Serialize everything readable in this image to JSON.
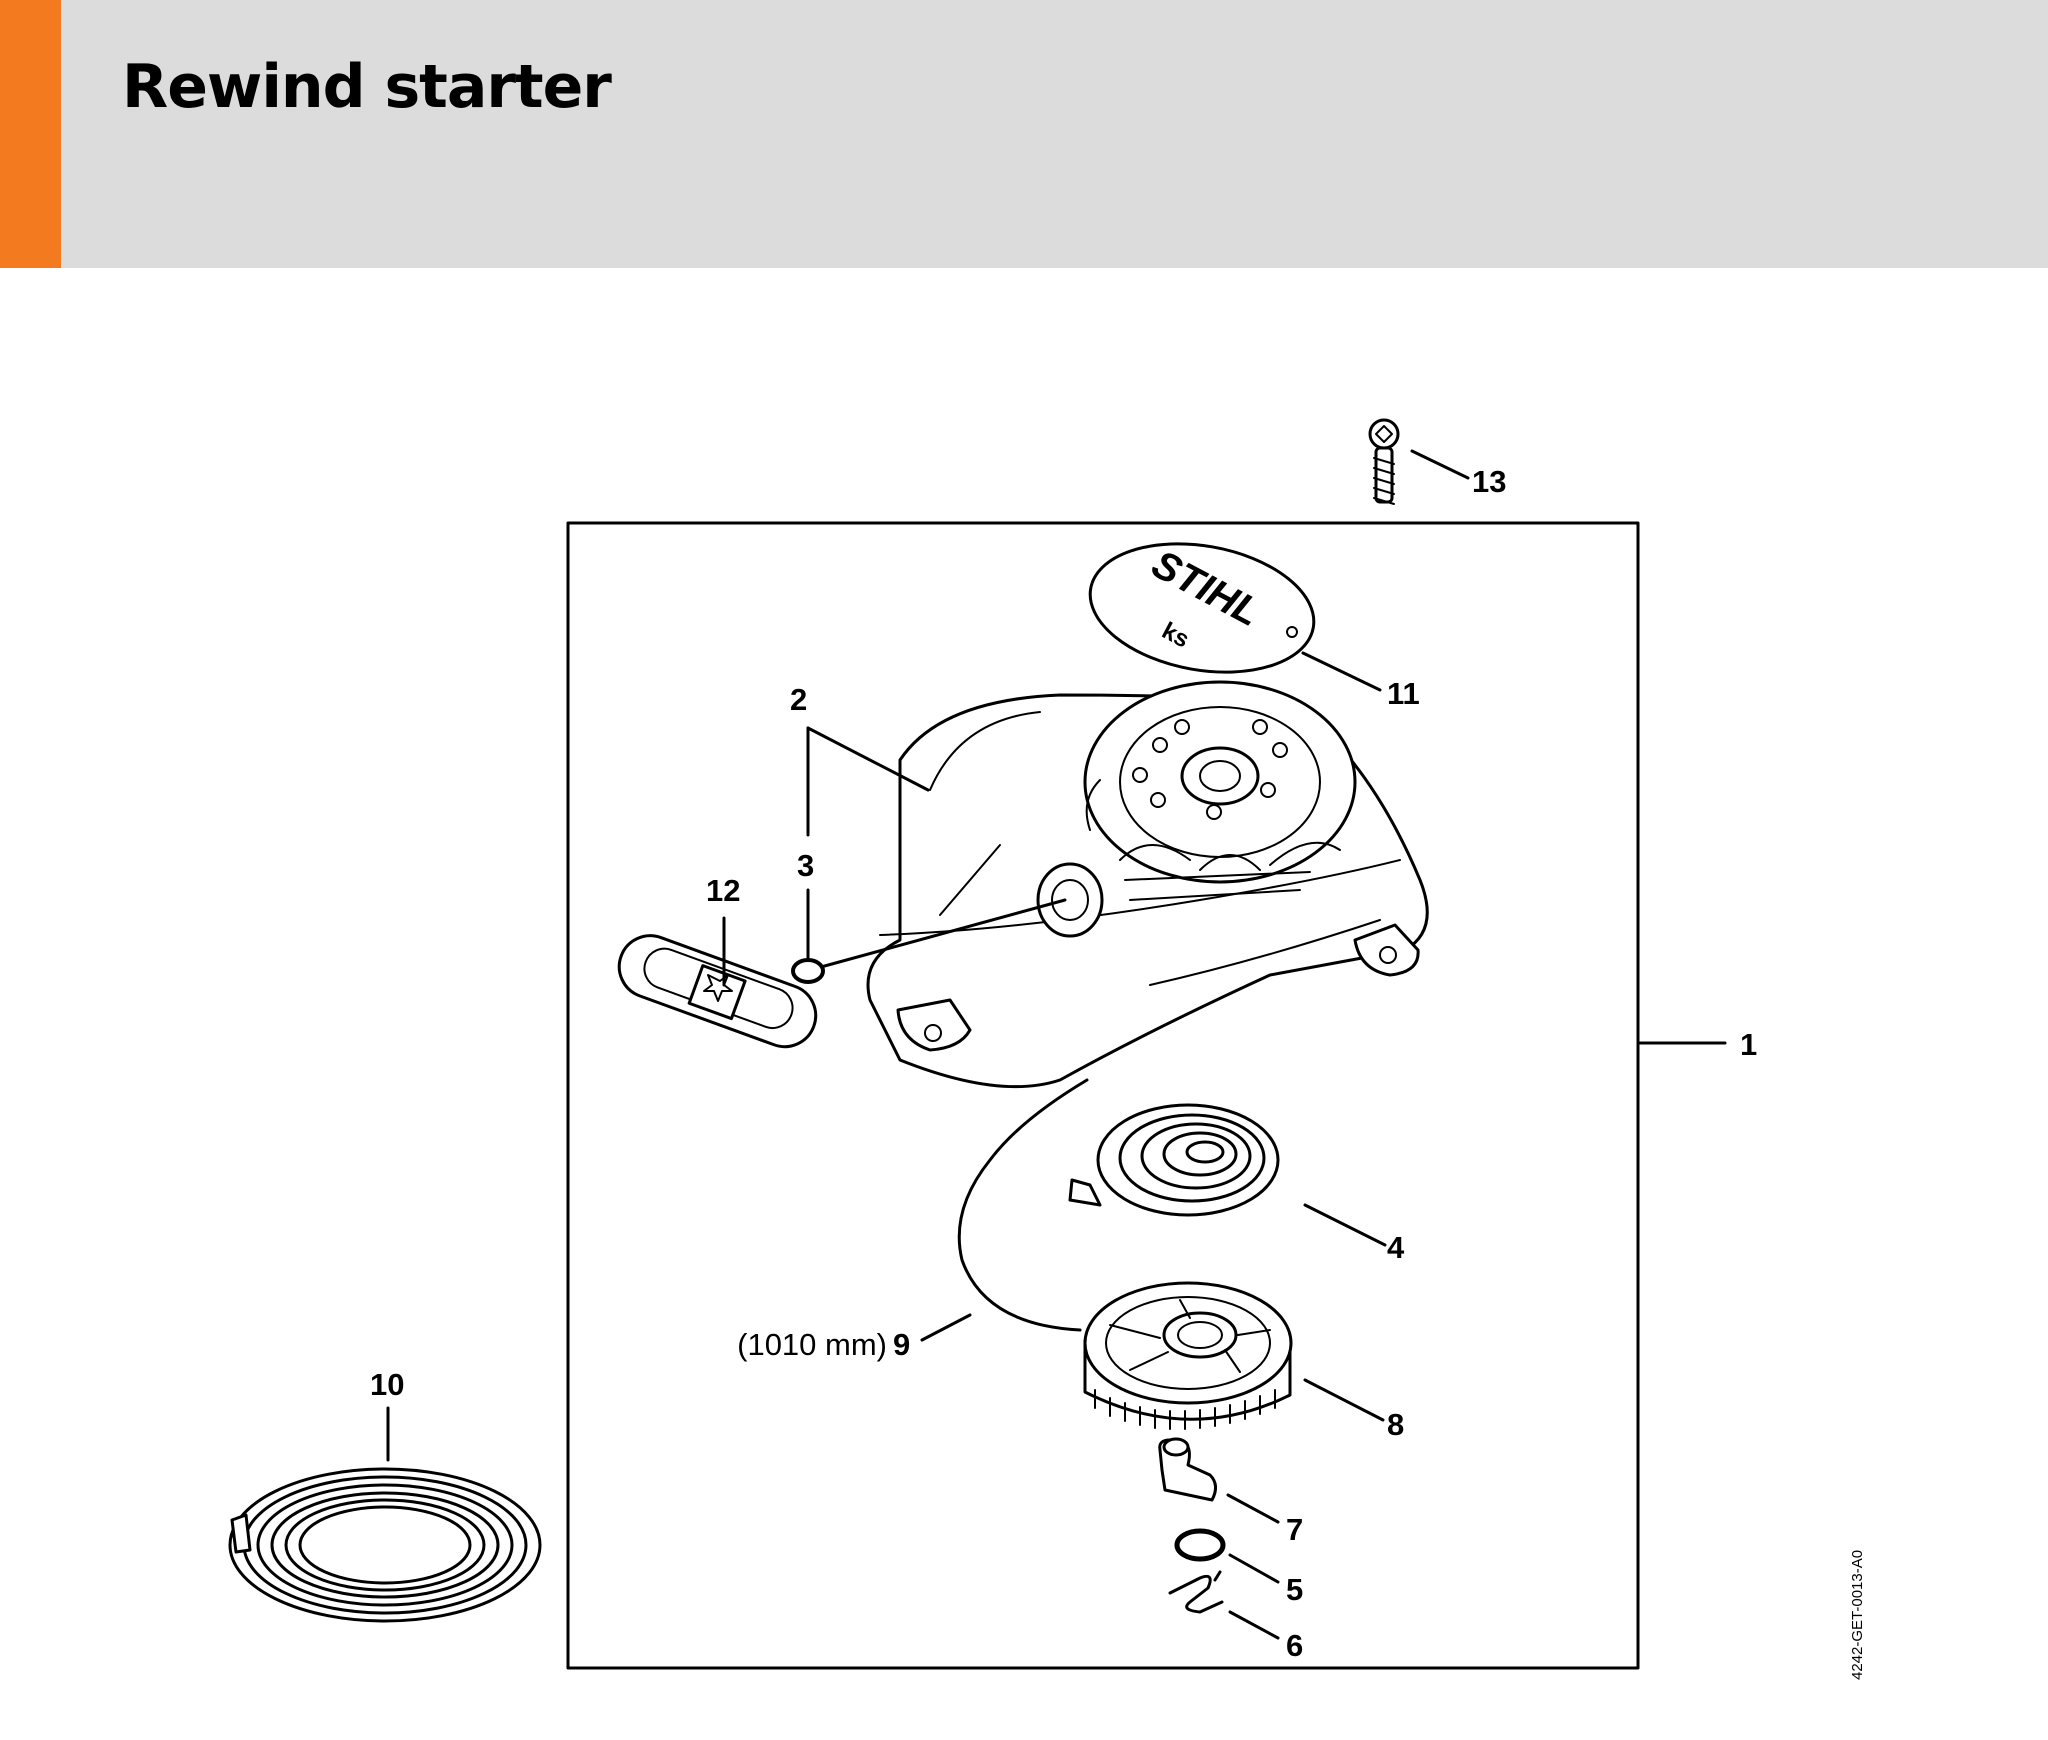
{
  "header": {
    "title": "Rewind starter",
    "accent_color": "#f37a1f",
    "background_color": "#dcdcdc"
  },
  "diagram": {
    "callouts": [
      {
        "id": "1",
        "label": "1"
      },
      {
        "id": "2",
        "label": "2"
      },
      {
        "id": "3",
        "label": "3"
      },
      {
        "id": "4",
        "label": "4"
      },
      {
        "id": "5",
        "label": "5"
      },
      {
        "id": "6",
        "label": "6"
      },
      {
        "id": "7",
        "label": "7"
      },
      {
        "id": "8",
        "label": "8"
      },
      {
        "id": "9",
        "label": "9"
      },
      {
        "id": "10",
        "label": "10"
      },
      {
        "id": "11",
        "label": "11"
      },
      {
        "id": "12",
        "label": "12"
      },
      {
        "id": "13",
        "label": "13"
      }
    ],
    "rope_length_note": "(1010 mm)",
    "cover_logo": {
      "brand": "STIHL",
      "sub": "ks"
    },
    "drawing_reference": "4242-GET-0013-A0"
  }
}
